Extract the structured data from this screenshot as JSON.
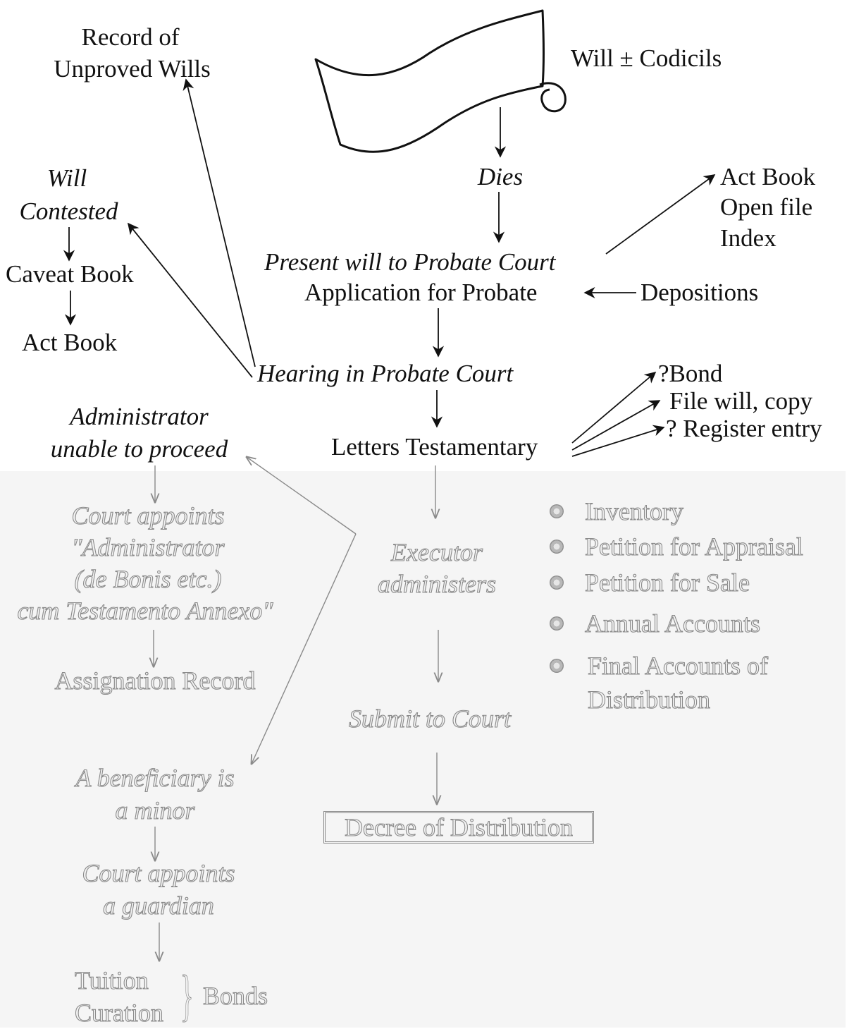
{
  "nodes": {
    "will_codicils": "Will ± Codicils",
    "dies": "Dies",
    "record_unproved": [
      "Record of",
      "Unproved Wills"
    ],
    "will_contested": [
      "Will",
      "Contested"
    ],
    "caveat_book": "Caveat Book",
    "act_book_left": "Act Book",
    "act_book_right": [
      "Act Book",
      "Open file",
      "Index"
    ],
    "present_will": "Present will to Probate Court",
    "application": "Application for Probate",
    "depositions": "Depositions",
    "hearing": "Hearing in Probate Court",
    "bond": "?Bond",
    "file_will": "File will, copy",
    "register_entry": "? Register entry",
    "admin_unable": [
      "Administrator",
      "unable to proceed"
    ],
    "letters": "Letters Testamentary",
    "court_appoints_admin": [
      "Court appoints",
      "\"Administrator",
      "(de Bonis etc.)",
      "cum Testamento Annexo\""
    ],
    "assignation": "Assignation Record",
    "beneficiary_minor": [
      "A beneficiary is",
      "a minor"
    ],
    "court_appoints_guardian": [
      "Court appoints",
      "a guardian"
    ],
    "tuition": "Tuition",
    "curation": "Curation",
    "bonds": "Bonds",
    "executor": [
      "Executor",
      "administers"
    ],
    "submit": "Submit to Court",
    "decree": "Decree of Distribution",
    "executor_tasks": [
      "Inventory",
      "Petition for Appraisal",
      "Petition for Sale",
      "Annual Accounts",
      "Final Accounts of",
      "Distribution"
    ]
  },
  "colors": {
    "ink": "#111111",
    "faded_ink": "#8a8a8a",
    "lower_background": "#f5f5f5"
  }
}
